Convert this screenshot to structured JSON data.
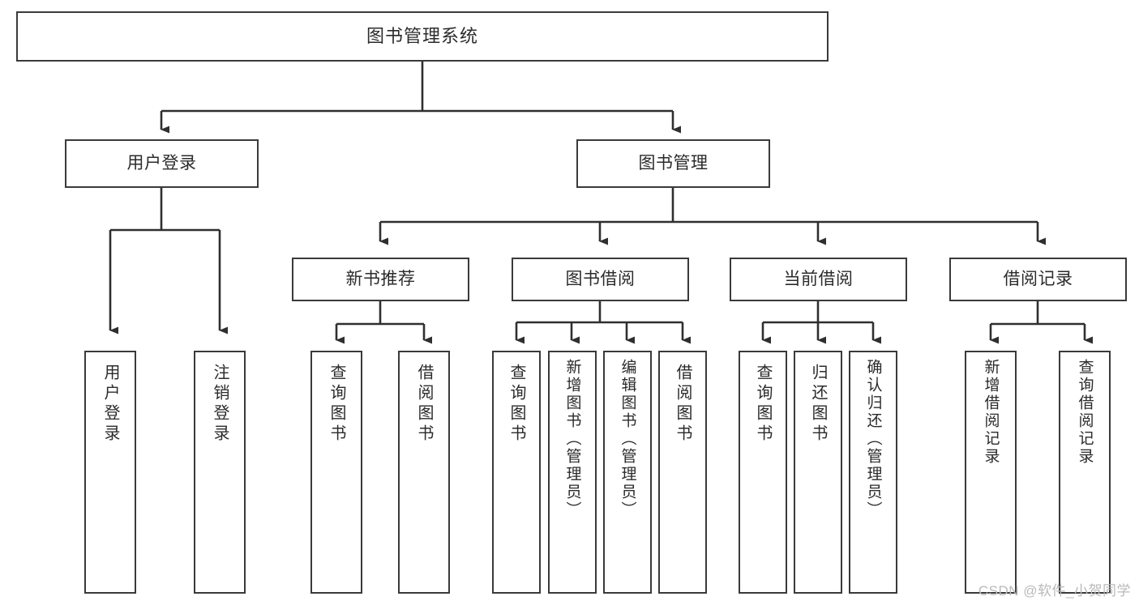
{
  "diagram": {
    "title": "图书管理系统",
    "watermark": "CSDN @软件_小贺同学",
    "colors": {
      "box_border": "#3a3a3a",
      "box_fill": "#ffffff",
      "connector": "#2f2f2f",
      "text": "#2b2b2b",
      "watermark": "#b9b9b9",
      "background": "#ffffff"
    },
    "nodes": {
      "root": {
        "label": "图书管理系统"
      },
      "level2": [
        {
          "label": "用户登录"
        },
        {
          "label": "图书管理"
        }
      ],
      "level3": [
        {
          "label": "新书推荐"
        },
        {
          "label": "图书借阅"
        },
        {
          "label": "当前借阅"
        },
        {
          "label": "借阅记录"
        }
      ],
      "leaves": [
        {
          "label": "用户登录",
          "parent": "用户登录"
        },
        {
          "label": "注销登录",
          "parent": "用户登录"
        },
        {
          "label": "查询图书",
          "parent": "新书推荐"
        },
        {
          "label": "借阅图书",
          "parent": "新书推荐"
        },
        {
          "label": "查询图书",
          "parent": "图书借阅"
        },
        {
          "label": "新增图书（管理员）",
          "parent": "图书借阅"
        },
        {
          "label": "编辑图书（管理员）",
          "parent": "图书借阅"
        },
        {
          "label": "借阅图书",
          "parent": "图书借阅"
        },
        {
          "label": "查询图书",
          "parent": "当前借阅"
        },
        {
          "label": "归还图书",
          "parent": "当前借阅"
        },
        {
          "label": "确认归还（管理员）",
          "parent": "当前借阅"
        },
        {
          "label": "新增借阅记录",
          "parent": "借阅记录"
        },
        {
          "label": "查询借阅记录",
          "parent": "借阅记录"
        }
      ]
    }
  }
}
